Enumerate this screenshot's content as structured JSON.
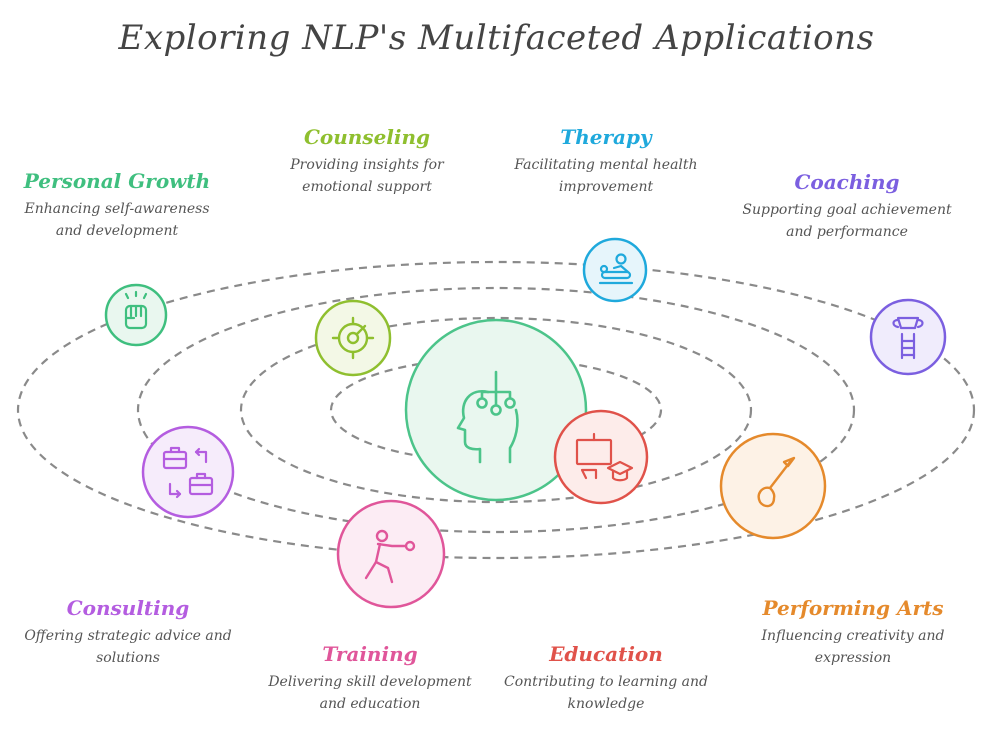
{
  "title": "Exploring NLP's Multifaceted Applications",
  "colors": {
    "orbit": "#8a8a8a",
    "center": "#4cc48a",
    "center_fill": "#e9f7ef"
  },
  "center": {
    "icon": "head-network-icon"
  },
  "items": [
    {
      "key": "personal-growth",
      "heading": "Personal Growth",
      "description": "Enhancing self-awareness and development",
      "color": "#3fbf7f",
      "icon": "raised-fist-icon"
    },
    {
      "key": "counseling",
      "heading": "Counseling",
      "description": "Providing insights for emotional support",
      "color": "#8fbf2f",
      "icon": "target-icon"
    },
    {
      "key": "therapy",
      "heading": "Therapy",
      "description": "Facilitating mental health improvement",
      "color": "#1fa9dc",
      "icon": "massage-icon"
    },
    {
      "key": "coaching",
      "heading": "Coaching",
      "description": "Supporting goal achievement and performance",
      "color": "#7b5fe0",
      "icon": "trophy-ladder-icon"
    },
    {
      "key": "consulting",
      "heading": "Consulting",
      "description": "Offering strategic advice and solutions",
      "color": "#b45de0",
      "icon": "briefcase-exchange-icon"
    },
    {
      "key": "training",
      "heading": "Training",
      "description": "Delivering skill development and education",
      "color": "#e0569a",
      "icon": "boxer-icon"
    },
    {
      "key": "education",
      "heading": "Education",
      "description": "Contributing to learning and knowledge",
      "color": "#e0524a",
      "icon": "classroom-icon"
    },
    {
      "key": "performing-arts",
      "heading": "Performing Arts",
      "description": "Influencing creativity and expression",
      "color": "#e58a2c",
      "icon": "paintbrush-icon"
    }
  ]
}
